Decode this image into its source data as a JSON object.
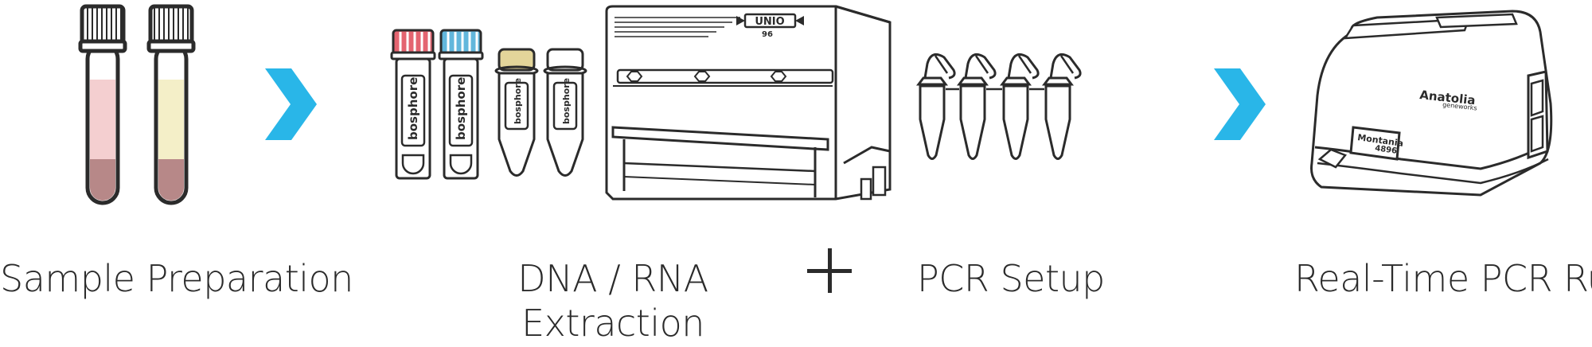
{
  "steps": [
    {
      "label": "Sample Preparation"
    },
    {
      "label_line1": "DNA / RNA",
      "label_line2": "Extraction"
    },
    {
      "label": "PCR Setup"
    },
    {
      "label": "Real-Time PCR Run"
    }
  ],
  "brands": {
    "tube_brand": "bosphore",
    "extractor_name": "UNIO",
    "extractor_model": "96",
    "cycler_brand": "Anatolia",
    "cycler_brand_sub": "geneworks",
    "cycler_name": "Montania",
    "cycler_model": "4896"
  },
  "icons": {
    "arrow": "chevron-right-icon",
    "plus": "plus-icon"
  },
  "colors": {
    "arrow": "#29b6e8",
    "outline": "#2b2b2b",
    "blood_plasma_pink": "#f4cfd0",
    "blood_plasma_yellow": "#f4efc8",
    "blood_cells": "#b78888",
    "cap_red": "#e46470",
    "cap_blue": "#62b7dc",
    "cap_gold": "#e3d59a"
  }
}
